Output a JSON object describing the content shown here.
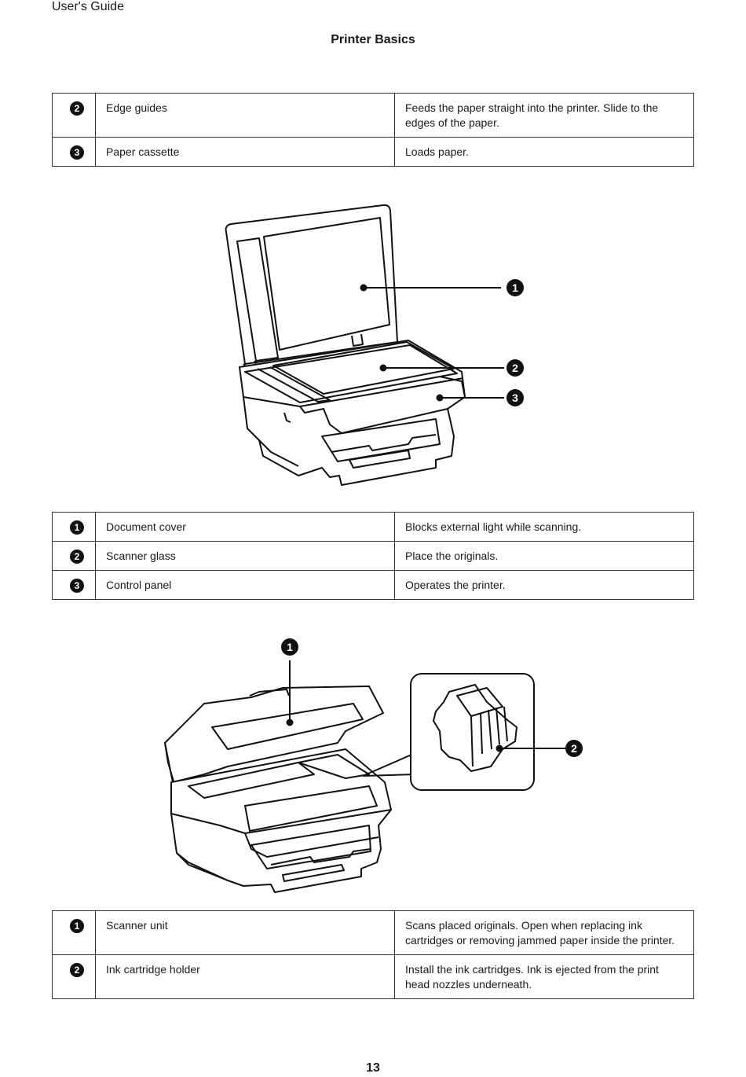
{
  "header": {
    "doc_title": "User's Guide",
    "section_title": "Printer Basics"
  },
  "table1": {
    "rows": [
      {
        "num": "2",
        "name": "Edge guides",
        "desc": "Feeds the paper straight into the printer. Slide to the edges of the paper."
      },
      {
        "num": "3",
        "name": "Paper cassette",
        "desc": "Loads paper."
      }
    ]
  },
  "figure1": {
    "callouts": [
      "1",
      "2",
      "3"
    ]
  },
  "table2": {
    "rows": [
      {
        "num": "1",
        "name": "Document cover",
        "desc": "Blocks external light while scanning."
      },
      {
        "num": "2",
        "name": "Scanner glass",
        "desc": "Place the originals."
      },
      {
        "num": "3",
        "name": "Control panel",
        "desc": "Operates the printer."
      }
    ]
  },
  "figure2": {
    "callouts": [
      "1",
      "2"
    ]
  },
  "table3": {
    "rows": [
      {
        "num": "1",
        "name": "Scanner unit",
        "desc": "Scans placed originals. Open when replacing ink cartridges or removing jammed paper inside the printer."
      },
      {
        "num": "2",
        "name": "Ink cartridge holder",
        "desc": "Install the ink cartridges. Ink is ejected from the print head nozzles underneath."
      }
    ]
  },
  "footer": {
    "page_number": "13"
  }
}
